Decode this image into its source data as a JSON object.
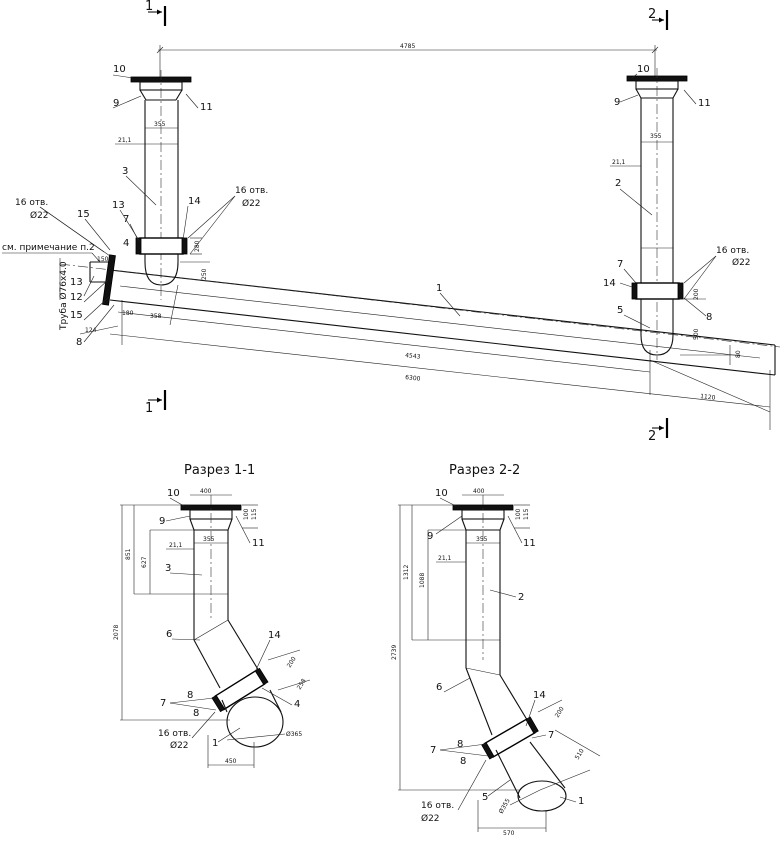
{
  "sections": {
    "s1": "1",
    "s2": "2",
    "title_1": "Разрез 1-1",
    "title_2": "Разрез 2-2"
  },
  "note": "см. примечание п.2",
  "pipe_label": "Труба Ø76х4.0",
  "holes": {
    "a": "16 отв.",
    "a_d": "Ø22",
    "b": "16 отв.",
    "b_d": "Ø22",
    "c": "16 отв.",
    "c_d": "Ø22",
    "d": "16 отв.",
    "d_d": "Ø22",
    "e": "16 отв.",
    "e_d": "Ø22"
  },
  "dims": {
    "top_span": "4785",
    "d355_a": "355",
    "d355_b": "355",
    "d21_a": "21,1",
    "d21_b": "21,1",
    "d280": "280",
    "d250": "250",
    "d150": "150",
    "d180": "180",
    "d358": "358",
    "d124": "124",
    "d200": "200",
    "d500": "500",
    "d80": "80",
    "d4543": "4543",
    "d6300": "6300",
    "d1120": "1120",
    "s1_400": "400",
    "s1_115": "115",
    "s1_100": "100",
    "s1_355": "355",
    "s1_21": "21,1",
    "s1_851": "851",
    "s1_627": "627",
    "s1_2078": "2078",
    "s1_200": "200",
    "s1_258": "258",
    "s1_d365": "Ø365",
    "s1_450": "450",
    "s2_400": "400",
    "s2_115": "115",
    "s2_100": "100",
    "s2_355": "355",
    "s2_21": "21,1",
    "s2_1312": "1312",
    "s2_1088": "1088",
    "s2_2739": "2739",
    "s2_200": "200",
    "s2_510": "510",
    "s2_d355": "Ø355",
    "s2_570": "570"
  },
  "callouts": {
    "p1": "1",
    "p2": "2",
    "p3": "3",
    "p4": "4",
    "p5": "5",
    "p6": "6",
    "p7": "7",
    "p8": "8",
    "p9": "9",
    "p10": "10",
    "p11": "11",
    "p12": "12",
    "p13": "13",
    "p14": "14",
    "p15": "15"
  },
  "colors": {
    "ink": "#111111",
    "paper": "#ffffff"
  }
}
